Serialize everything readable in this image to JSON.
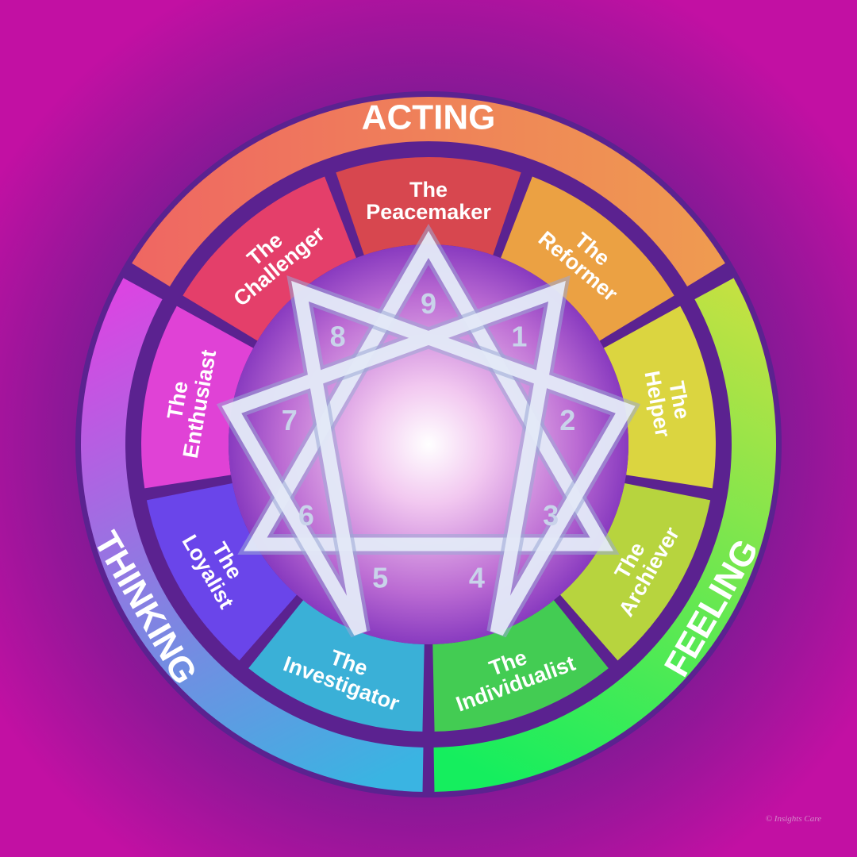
{
  "groups": {
    "acting": {
      "label": "ACTING",
      "colors": [
        "#ef6663",
        "#ef9b50"
      ]
    },
    "feeling": {
      "label": "FEELING",
      "colors": [
        "#cfe040",
        "#15ee5e"
      ]
    },
    "thinking": {
      "label": "THINKING",
      "colors": [
        "#e240e2",
        "#3ab4e2"
      ]
    }
  },
  "types": [
    {
      "number": "9",
      "line1": "The",
      "line2": "Peacemaker",
      "color": "#d7474f"
    },
    {
      "number": "1",
      "line1": "The",
      "line2": "Reformer",
      "color": "#eba143"
    },
    {
      "number": "2",
      "line1": "The",
      "line2": "Helper",
      "color": "#dbd540"
    },
    {
      "number": "3",
      "line1": "The",
      "line2": "Archiever",
      "color": "#b7d43e"
    },
    {
      "number": "4",
      "line1": "The",
      "line2": "Individualist",
      "color": "#43cc53"
    },
    {
      "number": "5",
      "line1": "The",
      "line2": "Investigator",
      "color": "#3ab0d7"
    },
    {
      "number": "6",
      "line1": "The",
      "line2": "Loyalist",
      "color": "#6a45ea"
    },
    {
      "number": "7",
      "line1": "The",
      "line2": "Enthusiast",
      "color": "#e042d6"
    },
    {
      "number": "8",
      "line1": "The",
      "line2": "Challenger",
      "color": "#e43f6a"
    }
  ],
  "credit": "© Insights Care"
}
